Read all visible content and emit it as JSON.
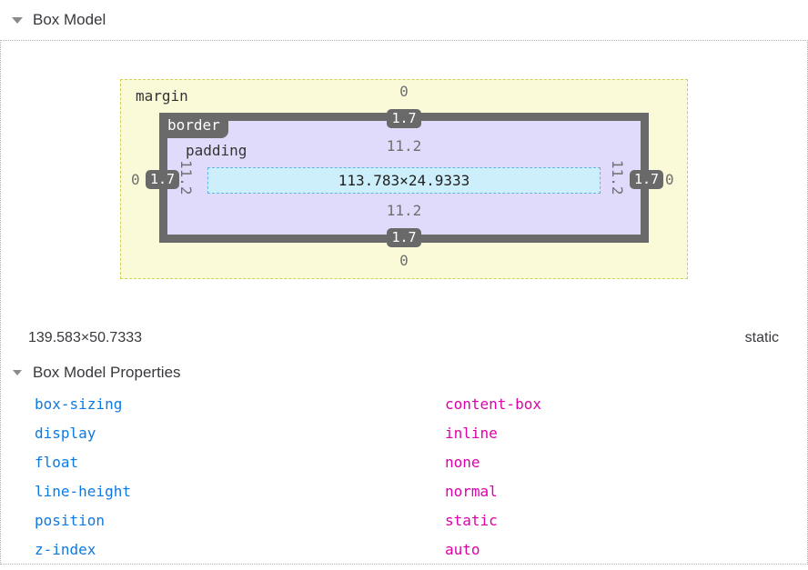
{
  "header": {
    "title": "Box Model"
  },
  "icons": {
    "section_twisty": "triangle-down"
  },
  "diagram": {
    "margin_label": "margin",
    "border_label": "border",
    "padding_label": "padding",
    "content_size": "113.783×24.9333",
    "values": {
      "margin": {
        "top": "0",
        "right": "0",
        "bottom": "0",
        "left": "0"
      },
      "border": {
        "top": "1.7",
        "right": "1.7",
        "bottom": "1.7",
        "left": "1.7"
      },
      "padding": {
        "top": "11.2",
        "right": "11.2",
        "bottom": "11.2",
        "left": "11.2"
      }
    },
    "colors": {
      "margin_fill": "#fafad9",
      "margin_dash": "#cfd157",
      "border_fill": "#6a6a6a",
      "padding_fill": "#e0dbfa",
      "content_fill": "#cdeefb",
      "content_dash": "#63b2e3"
    }
  },
  "summary": {
    "dimensions": "139.583×50.7333",
    "position": "static"
  },
  "properties_section": {
    "title": "Box Model Properties",
    "colors": {
      "property_name": "#0d7ae3",
      "property_value": "#dd00a9"
    },
    "properties": [
      {
        "name": "box-sizing",
        "value": "content-box"
      },
      {
        "name": "display",
        "value": "inline"
      },
      {
        "name": "float",
        "value": "none"
      },
      {
        "name": "line-height",
        "value": "normal"
      },
      {
        "name": "position",
        "value": "static"
      },
      {
        "name": "z-index",
        "value": "auto"
      }
    ]
  }
}
